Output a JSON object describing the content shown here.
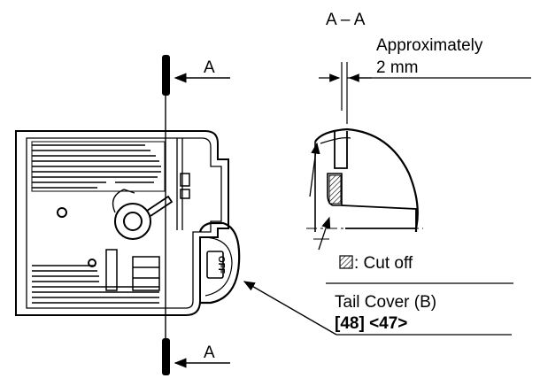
{
  "section_title": "A – A",
  "gap_label_line1": "Approximately",
  "gap_label_line2": "2 mm",
  "section_marker_top": "A",
  "section_marker_bottom": "A",
  "legend_cut_off": ": Cut off",
  "part_name": "Tail Cover (B)",
  "part_refs": "[48] <47>",
  "switch_text": "OFF",
  "colors": {
    "line": "#000000",
    "background": "#ffffff"
  }
}
